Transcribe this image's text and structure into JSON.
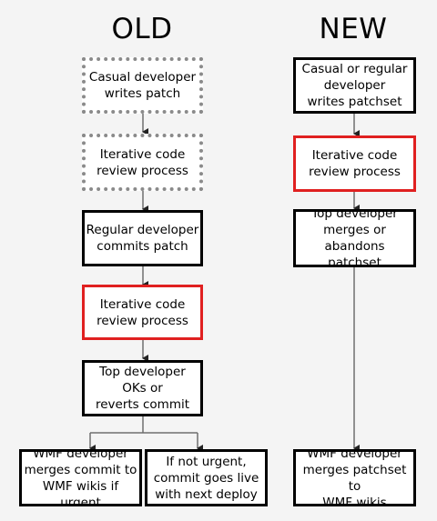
{
  "headings": {
    "old": "OLD",
    "new": "NEW"
  },
  "old_flow": {
    "casual_writes_patch": "Casual developer\nwrites patch",
    "review_1": "Iterative code\nreview process",
    "regular_commits": "Regular developer\ncommits patch",
    "review_2": "Iterative code\nreview process",
    "top_oks": "Top developer\nOKs or\nreverts commit",
    "wmf_merges_commit": "WMF developer\nmerges commit to\nWMF wikis if urgent",
    "not_urgent": "If not urgent,\ncommit goes live\nwith next deploy"
  },
  "new_flow": {
    "casual_regular_writes": "Casual or regular\ndeveloper\nwrites patchset",
    "review": "Iterative code\nreview process",
    "top_merges": "Top developer\nmerges or\nabandons patchset",
    "wmf_merges_patchset": "WMF developer\nmerges patchset to\nWMF wikis"
  },
  "colors": {
    "box_border": "#000000",
    "dotted_border": "#8a8a8a",
    "highlight_border": "#e02020",
    "connector": "#6e6e6e",
    "background": "#f4f4f4"
  }
}
